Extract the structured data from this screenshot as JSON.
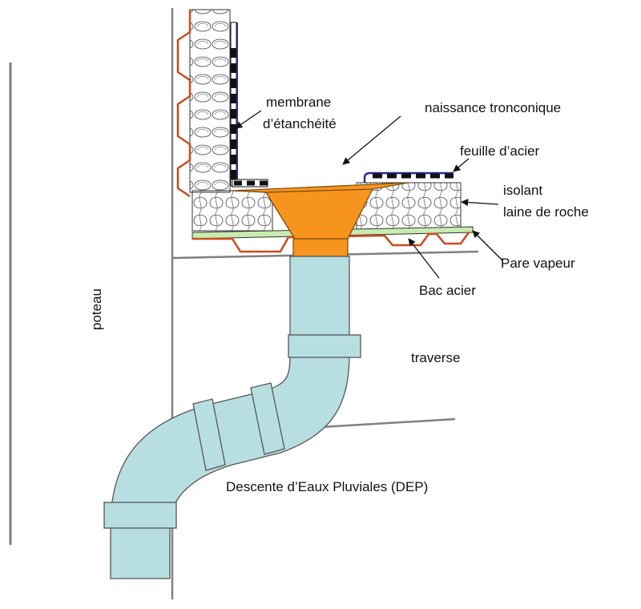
{
  "labels": {
    "membrane_line1": "membrane",
    "membrane_line2": "d’étanchéité",
    "naissance": "naissance tronconique",
    "feuille": "feuille d’acier",
    "isolant_line1": "isolant",
    "isolant_line2": "laine de roche",
    "pare_vapeur": "Pare vapeur",
    "bac_acier": "Bac acier",
    "poteau": "poteau",
    "traverse": "traverse",
    "dep": "Descente d’Eaux Pluviales (DEP)"
  },
  "colors": {
    "pipe": "#b7dfe2",
    "funnel": "#f7941d",
    "insulation": "#ffffff",
    "steel_deck": "#cc4a1e",
    "membrane": "#2b2b8c",
    "vapor_barrier": "#c8ecb0",
    "structure": "#808080"
  }
}
